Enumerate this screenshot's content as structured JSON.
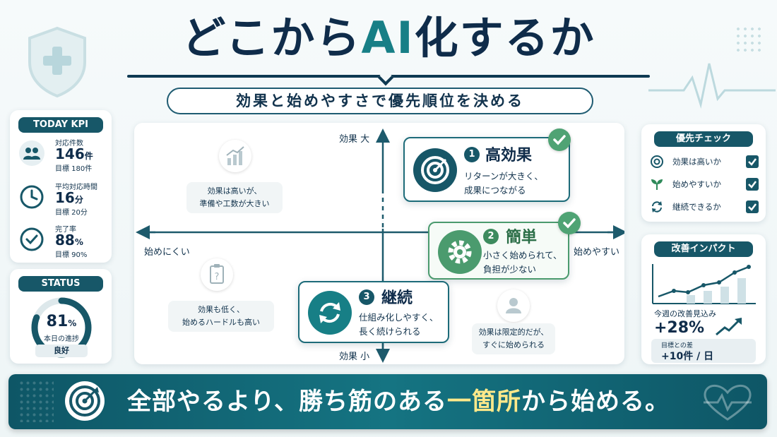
{
  "title": {
    "part1": "どこから",
    "accent": "AI",
    "part2": "化するか"
  },
  "subtitle": "効果と始めやすさで優先順位を決める",
  "kpi": {
    "header": "TODAY KPI",
    "items": [
      {
        "label": "対応件数",
        "value": "146",
        "unit": "件",
        "target": "目標 180件",
        "icon": "people-icon"
      },
      {
        "label": "平均対応時間",
        "value": "16",
        "unit": "分",
        "target": "目標 20分",
        "icon": "clock-icon"
      },
      {
        "label": "完了率",
        "value": "88",
        "unit": "%",
        "target": "目標 90%",
        "icon": "check-circle-icon"
      }
    ]
  },
  "status": {
    "header": "STATUS",
    "value": "81",
    "unit": "%",
    "caption": "本日の進捗",
    "badge": "良好",
    "progress": 0.81
  },
  "matrix": {
    "axis_top": "効果 大",
    "axis_bottom": "効果 小",
    "axis_left": "始めにくい",
    "axis_right": "始めやすい",
    "quadrants": {
      "top_left": "効果は高いが、\n準備や工数が大きい",
      "bottom_left": "効果も低く、\n始めるハードルも高い",
      "bottom_right": "効果は限定的だが、\nすぐに始められる"
    },
    "cards": [
      {
        "num": "1",
        "title": "高効果",
        "desc1": "リターンが大きく、",
        "desc2": "成果につながる"
      },
      {
        "num": "2",
        "title": "簡単",
        "desc1": "小さく始められて、",
        "desc2": "負担が少ない"
      },
      {
        "num": "3",
        "title": "継続",
        "desc1": "仕組み化しやすく、",
        "desc2": "長く続けられる"
      }
    ]
  },
  "priority": {
    "header": "優先チェック",
    "items": [
      {
        "label": "効果は高いか",
        "icon": "target-icon"
      },
      {
        "label": "始めやすいか",
        "icon": "sprout-icon"
      },
      {
        "label": "継続できるか",
        "icon": "refresh-icon"
      }
    ]
  },
  "impact": {
    "header": "改善インパクト",
    "label": "今週の改善見込み",
    "value": "+28%",
    "diff_label": "目標との差",
    "diff_value": "+10件 / 日"
  },
  "banner": {
    "part1": "全部やるより、勝ち筋のある",
    "highlight": "一箇所",
    "part2": "から始める。"
  },
  "colors": {
    "navy": "#0f2c4a",
    "teal": "#177f86",
    "green": "#4fa374",
    "highlight": "#ffe98a"
  }
}
